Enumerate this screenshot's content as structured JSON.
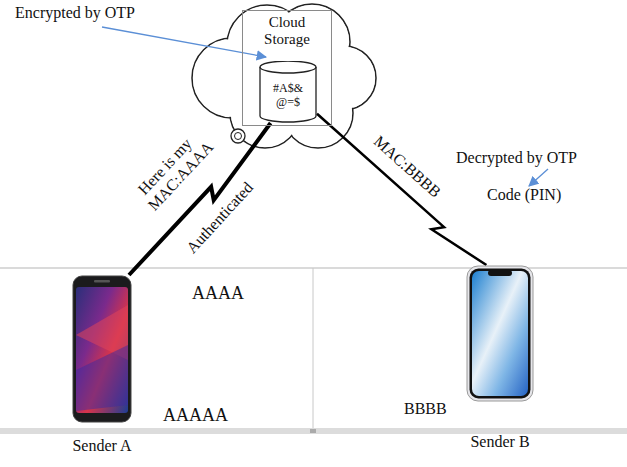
{
  "diagram": {
    "nodes": [
      {
        "text": [
          "Cloud Storage"
        ]
      },
      {
        "text": [
          "#A$& @=$"
        ],
        "in": 0
      },
      {
        "text": [
          "Sender A"
        ]
      },
      {
        "text": [
          "Sender B"
        ]
      }
    ],
    "edges": [
      {
        "from": 2,
        "to": 1,
        "arrow": "none",
        "label": "Here is my MAC:AAAA"
      },
      {
        "from": 1,
        "to": 3,
        "arrow": "none",
        "label": "MAC:BBBB"
      }
    ],
    "labels": [
      "Encrypted by OTP",
      "Decrypted by OTP",
      "Code (PIN)",
      "Authenticated",
      "AAAA",
      "AAAAA",
      "BBBB"
    ]
  }
}
